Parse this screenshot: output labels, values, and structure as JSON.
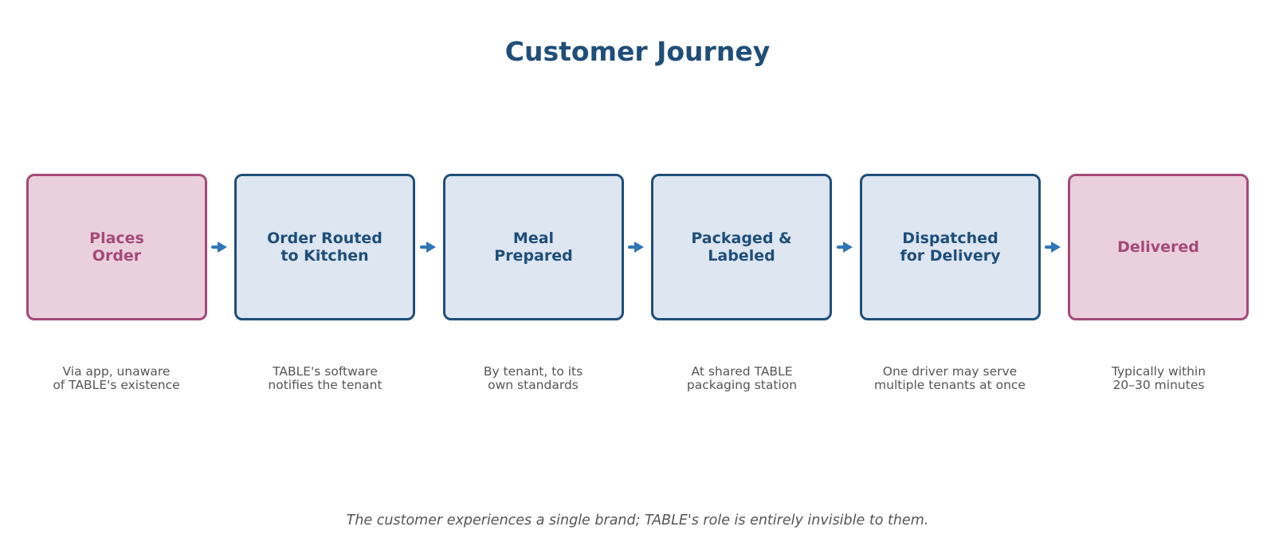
{
  "diagram": {
    "title": "Customer Journey",
    "footer": "The customer experiences a single brand; TABLE's role is entirely invisible to them.",
    "colors": {
      "endpoint_fill": "#ead0dc",
      "endpoint_border": "#a44a78",
      "internal_fill": "#dde6f1",
      "internal_border": "#1f4e79",
      "arrow": "#2e75b6"
    },
    "steps": [
      {
        "label": "Places\nOrder",
        "description": "Via app, unaware\nof TABLE's existence",
        "kind": "endpoint"
      },
      {
        "label": "Order Routed\nto Kitchen",
        "description": "TABLE's software\nnotifies the tenant",
        "kind": "internal"
      },
      {
        "label": "Meal\nPrepared",
        "description": "By tenant, to its\nown standards",
        "kind": "internal"
      },
      {
        "label": "Packaged &\nLabeled",
        "description": "At shared TABLE\npackaging station",
        "kind": "internal"
      },
      {
        "label": "Dispatched\nfor Delivery",
        "description": "One driver may serve\nmultiple tenants at once",
        "kind": "internal"
      },
      {
        "label": "Delivered",
        "description": "Typically within\n20–30 minutes",
        "kind": "endpoint"
      }
    ]
  }
}
